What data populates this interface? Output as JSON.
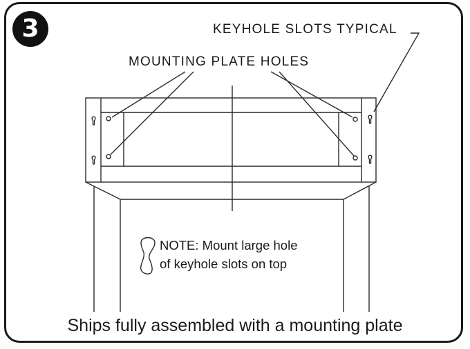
{
  "step": {
    "number": "3"
  },
  "callouts": {
    "keyhole_slots": "KEYHOLE SLOTS TYPICAL",
    "mounting_plate_holes": "MOUNTING PLATE HOLES"
  },
  "note": {
    "line1": "NOTE:  Mount large hole",
    "line2": "of keyhole slots on top"
  },
  "caption": "Ships fully assembled with a mounting plate",
  "colors": {
    "ink": "#1a1a1a",
    "badge": "#111111",
    "background": "#ffffff"
  }
}
